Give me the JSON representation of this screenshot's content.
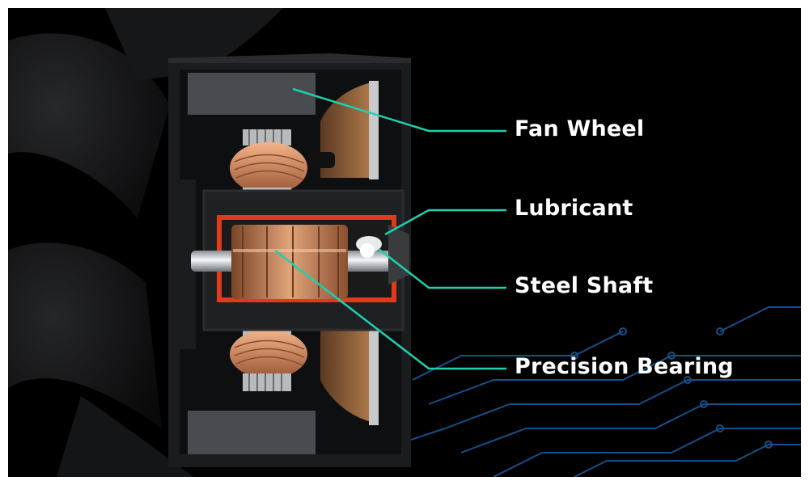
{
  "labels": {
    "fan_wheel": "Fan Wheel",
    "lubricant": "Lubricant",
    "steel_shaft": "Steel Shaft",
    "precision_bearing": "Precision Bearing"
  },
  "colors": {
    "background": "#000000",
    "leader_line": "#1fd0ab",
    "housing": "#1b1c1e",
    "copper": "#c9855a",
    "lubricant": "#e03a1c",
    "circuit": "#1a5fa0"
  }
}
